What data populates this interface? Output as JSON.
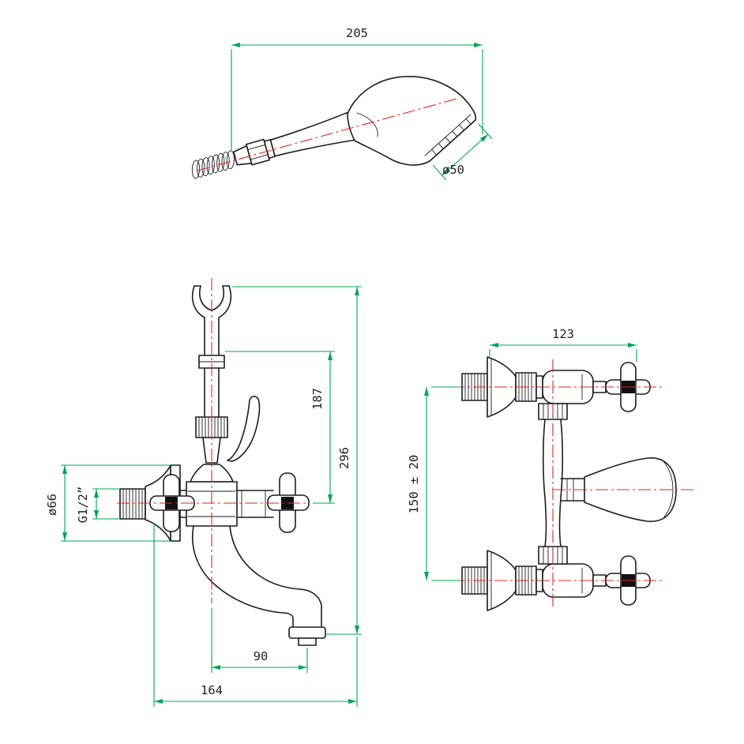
{
  "drawing": {
    "type": "technical-diagram",
    "subject": "Wall-mounted bath mixer tap with hand shower, dimensioned engineering views",
    "colors": {
      "outline": "#1d1d1d",
      "dimension_green": "#00a651",
      "centerline_red": "#e0261f",
      "background": "#ffffff"
    }
  },
  "dims": {
    "shower_length": "205",
    "shower_head_diameter": "ø50",
    "riser_height": "187",
    "overall_height": "296",
    "flange_diameter": "ø66",
    "thread_size": "G1/2”",
    "spout_offset": "90",
    "spout_reach": "164",
    "body_depth": "123",
    "center_distance": "150 ± 20"
  }
}
